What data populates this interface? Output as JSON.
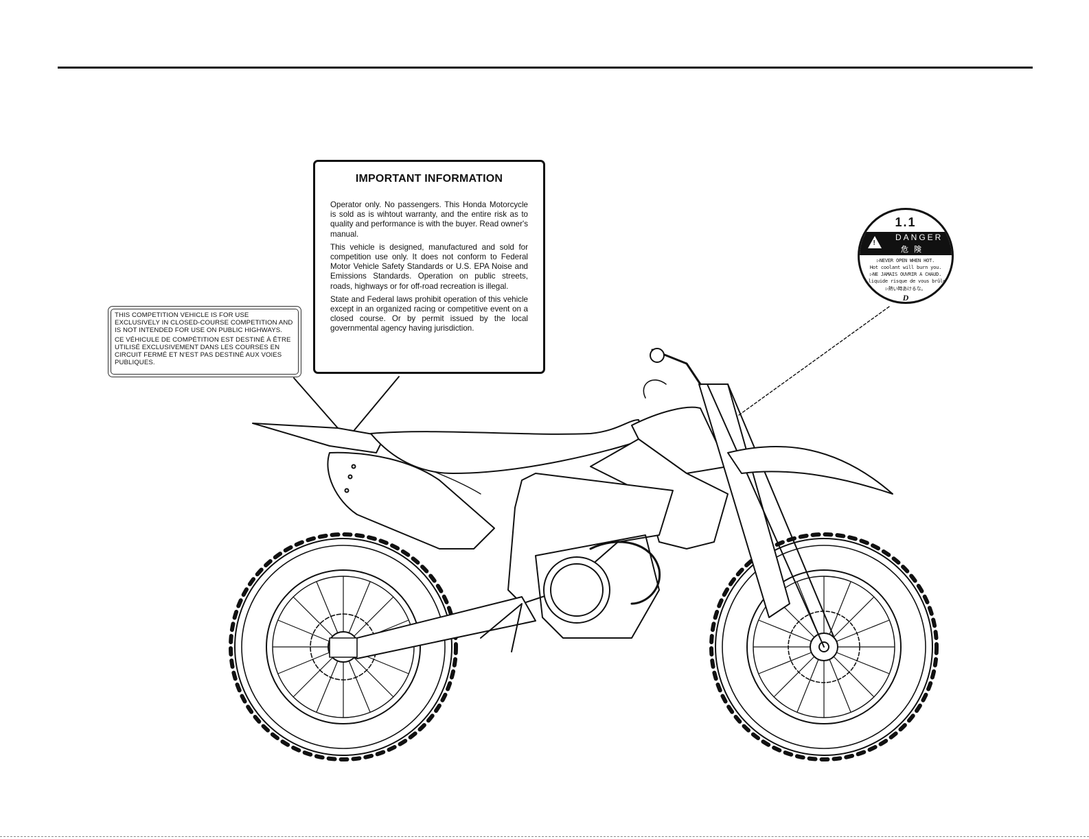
{
  "important_label": {
    "title": "IMPORTANT INFORMATION",
    "paragraphs": [
      "Operator only. No passengers. This Honda Motorcycle is sold as is wihtout warranty, and the entire risk as to quality and performance is with the buyer. Read owner's manual.",
      "This vehicle is designed, manufactured and sold for competition use only. It does not conform to Federal Motor Vehicle Safety Standards or U.S. EPA Noise and Emissions Standards. Operation on public streets, roads, highways or for off-road recreation is illegal.",
      "State and Federal laws prohibit operation of this vehicle except in an organized racing or competitive event on a closed course. Or by permit issued by the local governmental agency having jurisdiction."
    ]
  },
  "competition_label": {
    "english": "THIS COMPETITION VEHICLE IS FOR USE EXCLUSIVELY IN CLOSED-COURSE COMPETITION AND IS NOT INTENDED FOR USE ON PUBLIC HIGHWAYS.",
    "french": "CE VÉHICULE DE COMPÉTITION EST DESTINÉ À ÊTRE UTILISÉ EXCLUSIVEMENT DANS LES COURSES EN CIRCUIT FERMÉ ET N'EST PAS DESTINÉ AUX VOIES PUBLIQUES."
  },
  "danger_label": {
    "number": "1.1",
    "heading": "DANGER",
    "heading_jp": "危険",
    "line1": "▷NEVER OPEN WHEN HOT.",
    "line2": "Hot coolant will burn you.",
    "line3": "▷NE JAMAIS OUVRIR A CHAUD.",
    "line4": "Le liquide risque de vous brûler.",
    "line5": "▷熱い時あけるな。",
    "mark": "D",
    "icon": "warning-triangle-icon"
  }
}
